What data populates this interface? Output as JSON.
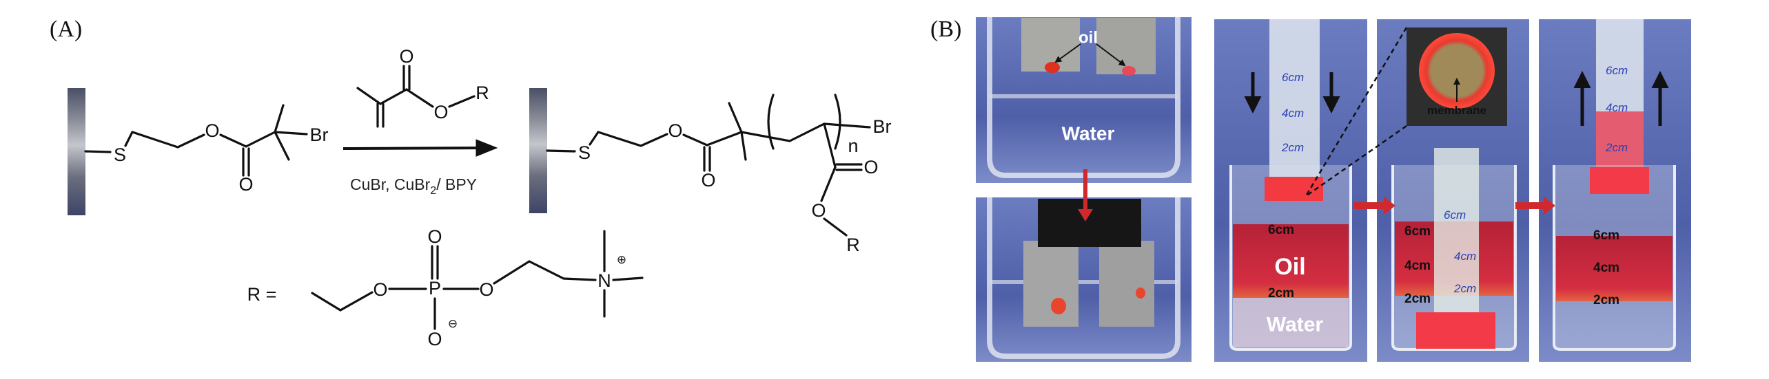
{
  "panel_a": {
    "label": "(A)",
    "reactant": {
      "S": "S",
      "O_ester": "O",
      "O_carbonyl": "O",
      "Br": "Br"
    },
    "monomer": {
      "O_carbonyl": "O",
      "O_ester": "O",
      "R": "R"
    },
    "conditions": {
      "text_1": "CuBr, CuBr",
      "subscript": "2",
      "text_2": "/ BPY"
    },
    "product": {
      "S": "S",
      "O_ester": "O",
      "O_carbonyl": "O",
      "n": "n",
      "Br": "Br",
      "O_side_carbonyl": "O",
      "O_side_ester": "O",
      "R": "R"
    },
    "r_group": {
      "label": "R =",
      "O1": "O",
      "P": "P",
      "O2": "O",
      "O_top": "O",
      "O_bottom": "O",
      "minus": "⊖",
      "N": "N",
      "plus": "⊕"
    }
  },
  "panel_b": {
    "label": "(B)",
    "photo_top": {
      "oil_label": "oil",
      "water_label": "Water"
    },
    "beaker_1": {
      "oil_label": "Oil",
      "water_label": "Water",
      "tube_marks": [
        "6cm",
        "4cm",
        "2cm"
      ],
      "beaker_marks": [
        "6cm",
        "2cm"
      ]
    },
    "inset": {
      "membrane_label": "membrane"
    },
    "beaker_2": {
      "tube_marks": [
        "6cm",
        "4cm",
        "2cm"
      ],
      "beaker_marks": [
        "6cm",
        "4cm",
        "2cm"
      ]
    },
    "beaker_3": {
      "tube_marks": [
        "6cm",
        "4cm",
        "2cm"
      ],
      "beaker_marks": [
        "6cm",
        "4cm",
        "2cm"
      ]
    }
  },
  "colors": {
    "oil_red": "#d8283a",
    "background_blue": "#4f5fa8",
    "arrow_red": "#d0282c"
  }
}
